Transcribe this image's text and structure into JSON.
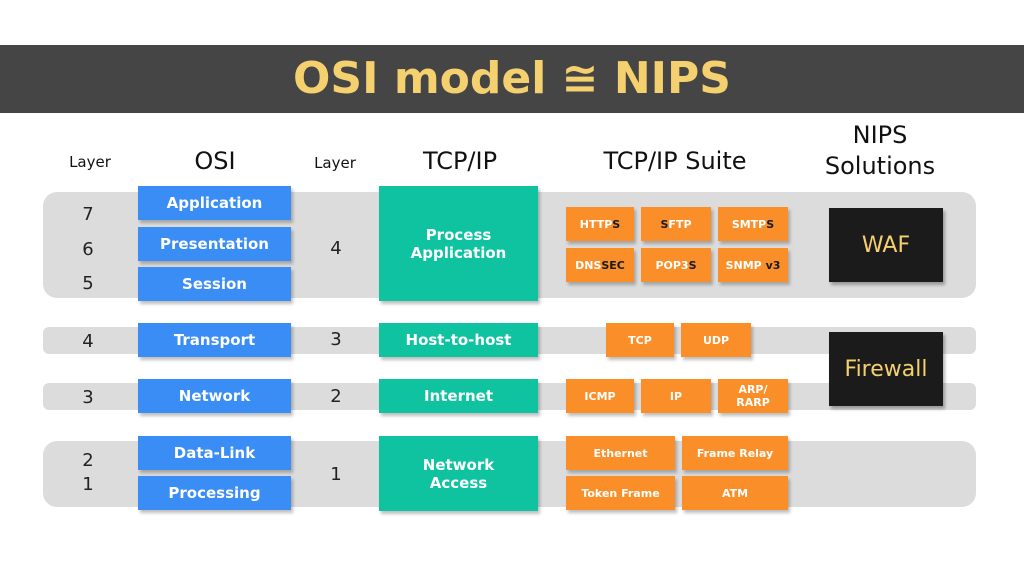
{
  "title": "OSI model ≅ NIPS",
  "headers": {
    "layer_left": "Layer",
    "osi": "OSI",
    "layer_mid": "Layer",
    "tcpip": "TCP/IP",
    "suite": "TCP/IP Suite",
    "solutions_line1": "NIPS",
    "solutions_line2": "Solutions"
  },
  "osi_layers": [
    {
      "num": "7",
      "name": "Application"
    },
    {
      "num": "6",
      "name": "Presentation"
    },
    {
      "num": "5",
      "name": "Session"
    },
    {
      "num": "4",
      "name": "Transport"
    },
    {
      "num": "3",
      "name": "Network"
    },
    {
      "num": "2",
      "name": "Data-Link"
    },
    {
      "num": "1",
      "name": "Processing"
    }
  ],
  "tcpip_layers": [
    {
      "num": "4",
      "name_line1": "Process",
      "name_line2": "Application"
    },
    {
      "num": "3",
      "name_line1": "Host-to-host",
      "name_line2": ""
    },
    {
      "num": "2",
      "name_line1": "Internet",
      "name_line2": ""
    },
    {
      "num": "1",
      "name_line1": "Network",
      "name_line2": "Access"
    }
  ],
  "protocols": {
    "https": {
      "main": "HTTP",
      "accent": "S"
    },
    "sftp": {
      "accent": "S",
      "main": "FTP"
    },
    "smtps": {
      "main": "SMTP",
      "accent": "S"
    },
    "dnssec": {
      "main": "DNS",
      "accent": "SEC"
    },
    "pop3s": {
      "main": "POP3",
      "accent": "S"
    },
    "snmpv3": {
      "main": "SNMP",
      "accent": "v3"
    },
    "tcp": "TCP",
    "udp": "UDP",
    "icmp": "ICMP",
    "ip": "IP",
    "arp_line1": "ARP/",
    "arp_line2": "RARP",
    "ethernet": "Ethernet",
    "frame_relay": "Frame Relay",
    "token_frame": "Token Frame",
    "atm": "ATM"
  },
  "solutions": {
    "waf": "WAF",
    "firewall": "Firewall"
  },
  "colors": {
    "banner": "#454545",
    "title": "#f5d06f",
    "osi_blue": "#3a8df4",
    "tcp_teal": "#10c3a0",
    "protocol_orange": "#fa8f2a",
    "band_gray": "#dcdcdc",
    "solution_black": "#1b1b1b"
  }
}
